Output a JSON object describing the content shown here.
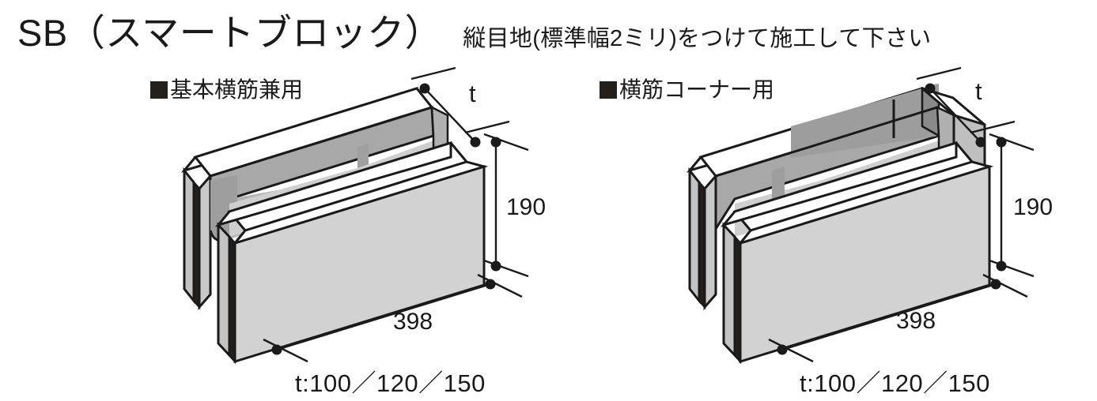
{
  "header": {
    "title": "SB（スマートブロック）",
    "subtitle": "縦目地(標準幅2ミリ)をつけて施工して下さい"
  },
  "panels": [
    {
      "id": "basic",
      "label": "基本横筋兼用",
      "marker": "filled-square",
      "dimensions": {
        "thickness_label": "t",
        "height": "190",
        "length": "398"
      },
      "caption": "t:100／120／150"
    },
    {
      "id": "corner",
      "label": "横筋コーナー用",
      "marker": "filled-square",
      "dimensions": {
        "thickness_label": "t",
        "height": "190",
        "length": "398"
      },
      "caption": "t:100／120／150"
    }
  ],
  "colors": {
    "outline": "#1a1a1a",
    "face_front": "#d2d2d2",
    "face_top": "#ffffff",
    "face_side": "#c3c3c3",
    "cavity": "#a8a8a8",
    "cavity_dark": "#9a9a9a",
    "groove": "#231f1c",
    "background": "#ffffff"
  }
}
